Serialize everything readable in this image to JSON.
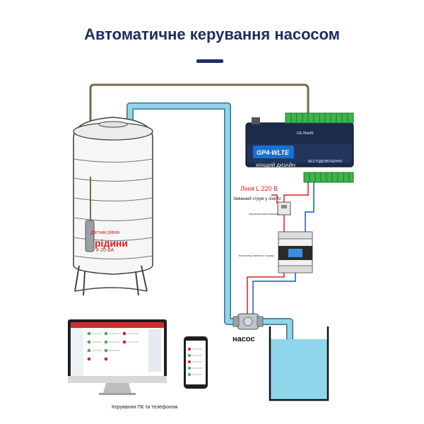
{
  "title": "Автоматичне керування насосом",
  "colors": {
    "title": "#1c2f63",
    "pipe": "#8fd6ea",
    "pipe_edge": "#3d6f8a",
    "sensor_wire": "#7a6a4a",
    "controller": "#1b2b4a",
    "controller_accent": "#1b6fd2",
    "terminal": "#3eb34a",
    "wire_red": "#d92020",
    "wire_blue": "#1a56c4",
    "water": "#8fd6ea",
    "label_red": "#d92020"
  },
  "tank": {
    "sensor_label_line1": "Датчик рівня",
    "sensor_label_line2": "рідини",
    "sensor_label_line3": "4-20 мА"
  },
  "controller": {
    "model": "GP4-WLTE",
    "caption": "КРАЩИЙ ДИЗАЙН",
    "caption2": "БЕЗ ПІДКЛЮЧЕННЯ",
    "marking": "CE RoHS"
  },
  "wiring": {
    "line_label_prefix": "Лінія L",
    "line_voltage": "220 В",
    "changed_current_label": "Змінений струм у лінії N",
    "breaker_label": "Автоматичний вимикач",
    "contactor_label": "Контактор змінного струму"
  },
  "pump": {
    "label": "насос"
  },
  "devices": {
    "caption": "Керування ПК та телефоном",
    "pc_icon": "computer-monitor-icon",
    "phone_icon": "smartphone-icon"
  }
}
